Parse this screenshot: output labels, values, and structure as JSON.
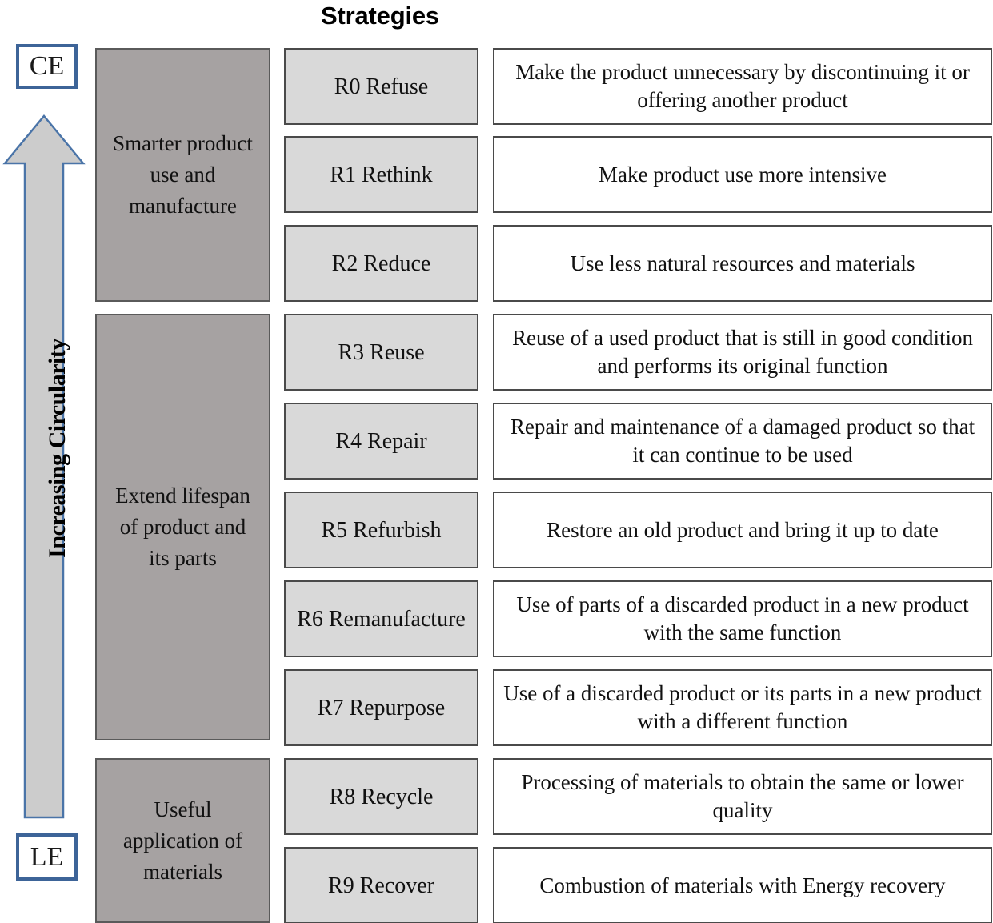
{
  "header": {
    "title": "Strategies"
  },
  "axis": {
    "top_badge": "CE",
    "bottom_badge": "LE",
    "arrow_label": "Increasing Circularity",
    "arrow_fill": "#CCCCCC",
    "arrow_stroke": "#4A74A8",
    "badge_border": "#3D6498"
  },
  "colors": {
    "group_fill": "#A6A2A2",
    "strategy_fill": "#D9D9D9",
    "description_fill": "#FFFFFF",
    "box_stroke": "#4A4A4A"
  },
  "groups": [
    {
      "label": "Smarter product use and manufacture",
      "rows": 3
    },
    {
      "label": "Extend lifespan of product and its parts",
      "rows": 5
    },
    {
      "label": "Useful application of materials",
      "rows": 2
    }
  ],
  "rows": [
    {
      "strategy": "R0 Refuse",
      "description": "Make the product unnecessary by discontinuing it or offering another product"
    },
    {
      "strategy": "R1 Rethink",
      "description": "Make product use more intensive"
    },
    {
      "strategy": "R2 Reduce",
      "description": "Use less natural resources and materials"
    },
    {
      "strategy": "R3 Reuse",
      "description": "Reuse of a used product that is still in good condition and performs its original function"
    },
    {
      "strategy": "R4 Repair",
      "description": "Repair and maintenance of a damaged product so that it can continue to be used"
    },
    {
      "strategy": "R5 Refurbish",
      "description": "Restore an old product and bring it up to date"
    },
    {
      "strategy": "R6 Remanufacture",
      "description": "Use of parts of a discarded product in a new product with the same function"
    },
    {
      "strategy": "R7 Repurpose",
      "description": "Use of a discarded product or its parts in a new product with a different function"
    },
    {
      "strategy": "R8 Recycle",
      "description": "Processing of materials to obtain the same or lower quality"
    },
    {
      "strategy": "R9 Recover",
      "description": "Combustion of materials with Energy recovery"
    }
  ]
}
